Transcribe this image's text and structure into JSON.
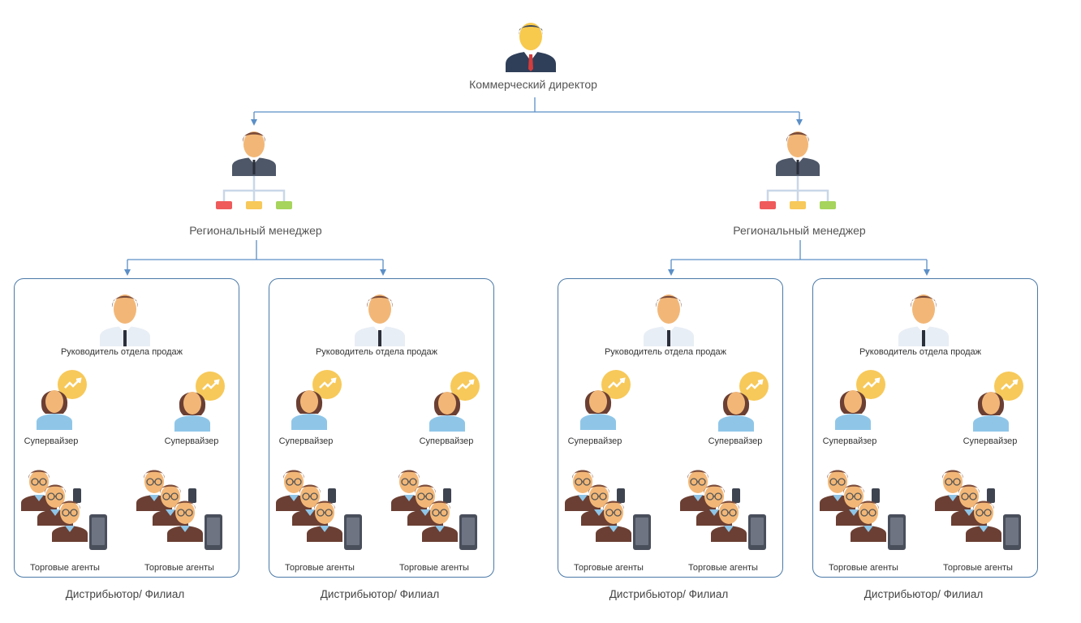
{
  "director": {
    "title": "Коммерческий директор",
    "icon": "business-man-icon"
  },
  "regions": [
    {
      "manager": {
        "title": "Региональный менеджер",
        "icon": "manager-org-icon"
      },
      "branches": [
        {
          "head": "Руководитель отдела продаж",
          "supervisors": [
            "Супервайзер",
            "Супервайзер"
          ],
          "agents": [
            "Торговые агенты",
            "Торговые агенты"
          ],
          "caption": "Дистрибьютор/ Филиал"
        },
        {
          "head": "Руководитель отдела продаж",
          "supervisors": [
            "Супервайзер",
            "Супервайзер"
          ],
          "agents": [
            "Торговые агенты",
            "Торговые агенты"
          ],
          "caption": "Дистрибьютор/ Филиал"
        }
      ]
    },
    {
      "manager": {
        "title": "Региональный менеджер",
        "icon": "manager-org-icon"
      },
      "branches": [
        {
          "head": "Руководитель отдела продаж",
          "supervisors": [
            "Супервайзер",
            "Супервайзер"
          ],
          "agents": [
            "Торговые агенты",
            "Торговые агенты"
          ],
          "caption": "Дистрибьютор/ Филиал"
        },
        {
          "head": "Руководитель отдела продаж",
          "supervisors": [
            "Супервайзер",
            "Супервайзер"
          ],
          "agents": [
            "Торговые агенты",
            "Торговые агенты"
          ],
          "caption": "Дистрибьютор/ Филиал"
        }
      ]
    }
  ],
  "colors": {
    "line": "#5b8fc7",
    "box_border": "#4a79a8",
    "skin": "#f2b777",
    "hair": "#7a4b3a",
    "shirt_blue": "#8fc6e8"
  }
}
